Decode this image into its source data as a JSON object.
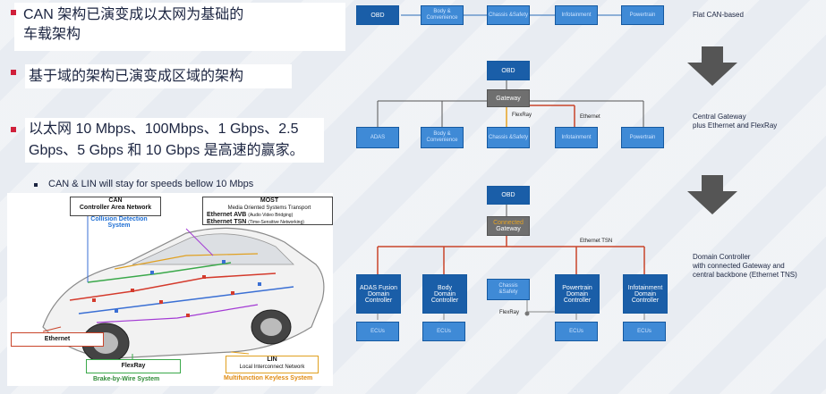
{
  "bullets": [
    {
      "line1": "CAN 架构已演变成以太网为基础的",
      "line2": "车载架构"
    },
    {
      "line1": "基于域的架构已演变成区域的架构"
    },
    {
      "line1": "以太网 10 Mbps、100Mbps、1 Gbps、2.5",
      "line2": "Gbps、5 Gbps 和 10 Gbps 是高速的赢家。"
    }
  ],
  "sub_bullet": "CAN & LIN will stay for speeds bellow 10 Mbps",
  "car": {
    "can_title": "CAN",
    "can_sub": "Controller Area Network",
    "collision": "Collision Detection System",
    "most_title": "MOST",
    "most_sub": "Media Oriented Systems Transport",
    "avb": "Ethernet AVB",
    "avb_sub": "(Audio Video Bridging)",
    "tsn": "Ethernet TSN",
    "tsn_sub": "(Time-Sensitive Networking)",
    "ethernet": "Ethernet",
    "flexray": "FlexRay",
    "brake": "Brake-by-Wire System",
    "lin_title": "LIN",
    "lin_sub": "Local Interconnect Network",
    "keyless": "Multifunction Keyless System"
  },
  "flat": {
    "nodes": [
      "OBD",
      "Body & Convenience",
      "Chassis &Safety",
      "Infotainment",
      "Powertrain"
    ],
    "desc": "Flat CAN-based"
  },
  "central": {
    "obd": "OBD",
    "gateway": "Gateway",
    "flexray": "FlexRay",
    "ethernet": "Ethernet",
    "nodes": [
      "ADAS",
      "Body & Convenience",
      "Chassis &Safety",
      "Infotainment",
      "Powertrain"
    ],
    "desc1": "Central Gateway",
    "desc2": "plus Ethernet and FlexRay"
  },
  "domain": {
    "obd": "OBD",
    "gw1": "Connected",
    "gw2": "Gateway",
    "eth_tsn": "Ethernet TSN",
    "flexray": "FlexRay",
    "controllers": [
      {
        "l1": "ADAS Fusion",
        "l2": "Domain",
        "l3": "Controller"
      },
      {
        "l1": "Body",
        "l2": "Domain",
        "l3": "Controller"
      },
      {
        "l1": "Chassis",
        "l2": "&Safety",
        "l3": ""
      },
      {
        "l1": "Powertrain",
        "l2": "Domain",
        "l3": "Controller"
      },
      {
        "l1": "Infotainment",
        "l2": "Domain",
        "l3": "Controller"
      }
    ],
    "ecus": "ECUs",
    "desc1": "Domain Controller",
    "desc2": "with connected Gateway and",
    "desc3": "central backbone (Ethernet TNS)"
  },
  "colors": {
    "accent_red": "#d0203b",
    "node_blue": "#1f72c4",
    "gateway_gray": "#6f6f6f",
    "line_red": "#c9442a",
    "flexray_orange": "#e6a323"
  }
}
